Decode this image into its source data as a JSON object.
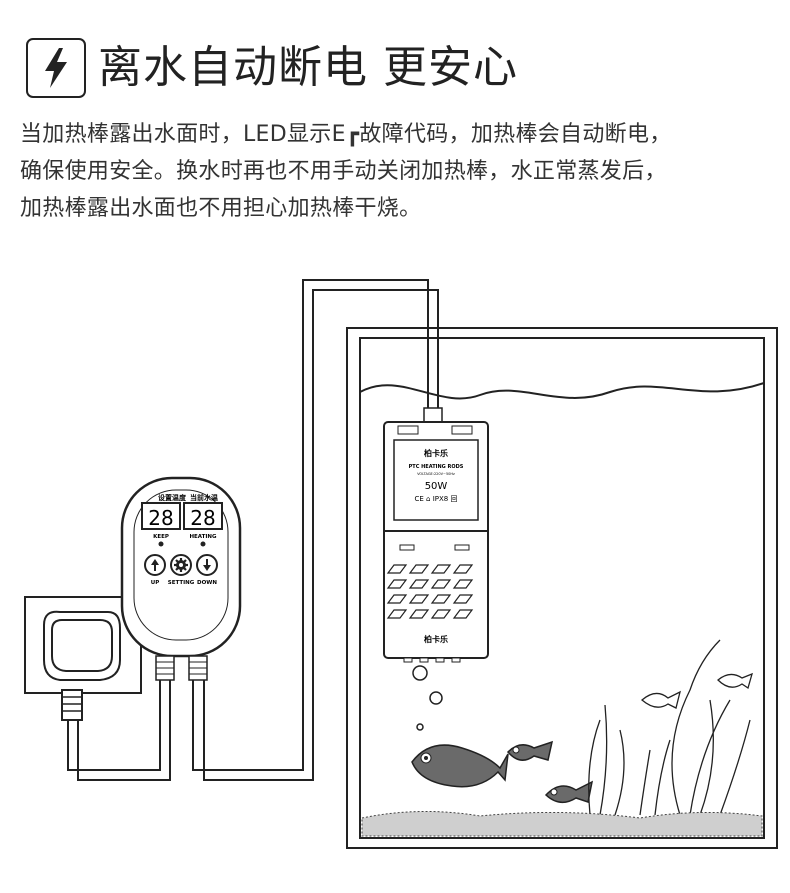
{
  "header": {
    "icon": "lightning-bolt-icon",
    "title": "离水自动断电 更安心"
  },
  "description": {
    "lines": [
      "当加热棒露出水面时，LED显示E┏故障代码，加热棒会自动断电，",
      "确保使用安全。换水时再也不用手动关闭加热棒，水正常蒸发后，",
      "加热棒露出水面也不用担心加热棒干烧。"
    ]
  },
  "controller": {
    "label_set_temp": "设置温度",
    "label_water_temp": "当前水温",
    "display_left": "28",
    "display_right": "28",
    "indicator_keep": "KEEP",
    "indicator_heating": "HEATING",
    "button_up": "UP",
    "button_setting": "SETTING",
    "button_down": "DOWN"
  },
  "heater": {
    "brand": "柏卡乐",
    "product": "PTC HEATING RODS",
    "spec": "VOLTAGE:220V~50Hz",
    "power": "50W",
    "marks": "CE ⌂ IPX8 回"
  },
  "colors": {
    "line": "#222222",
    "fish_body": "#6a6a6a"
  }
}
